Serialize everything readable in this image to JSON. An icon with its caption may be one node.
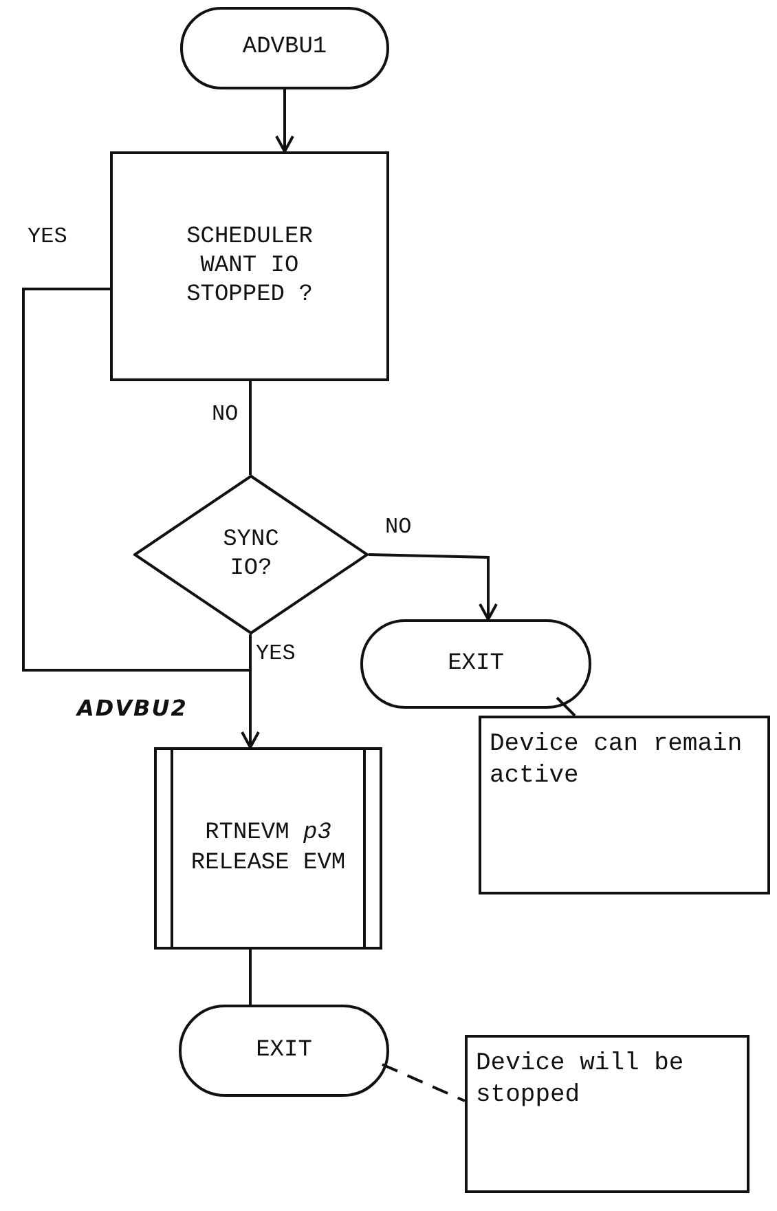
{
  "diagram": {
    "nodes": [
      {
        "text": [
          "ADVBU1"
        ]
      },
      {
        "text": [
          "SCHEDULER WANT IO STOPPED ?"
        ]
      },
      {
        "text": [
          "SYNC IO?"
        ]
      },
      {
        "text": [
          "EXIT"
        ]
      },
      {
        "text": [
          "Device can remain active"
        ]
      },
      {
        "text": [
          "RTNEVM *p3*",
          "RELEASE EVM"
        ],
        "beside": [
          "ADVBU2"
        ]
      },
      {
        "text": [
          "EXIT"
        ]
      },
      {
        "text": [
          "Device will be stopped"
        ]
      }
    ],
    "edges": [
      {
        "from": 0,
        "to": 1,
        "arrow": "to"
      },
      {
        "from": 1,
        "to": 2,
        "arrow": "none",
        "label": "NO"
      },
      {
        "from": 1,
        "to": 5,
        "arrow": "to",
        "label": "YES"
      },
      {
        "from": 2,
        "to": 3,
        "arrow": "to",
        "label": "NO"
      },
      {
        "from": 2,
        "to": 5,
        "arrow": "none",
        "label": "YES"
      },
      {
        "from": 3,
        "to": 4,
        "arrow": "none"
      },
      {
        "from": 5,
        "to": 6,
        "arrow": "none"
      },
      {
        "from": 6,
        "to": 7,
        "arrow": "none",
        "style": "dashed"
      }
    ]
  }
}
